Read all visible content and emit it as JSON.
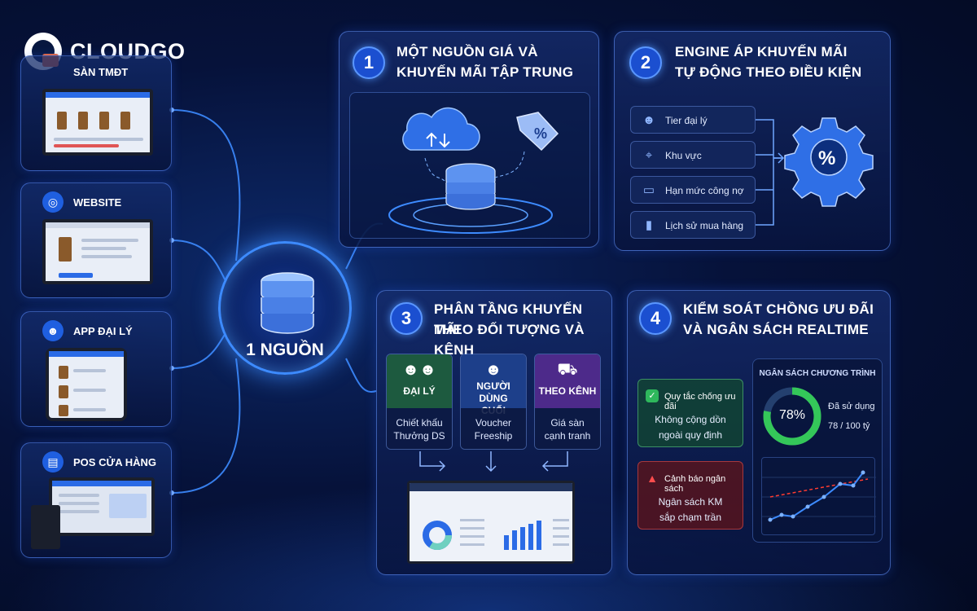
{
  "brand": {
    "name": "CLOUDGO",
    "icon": "cloudgo-logo"
  },
  "hub": {
    "label": "1 NGUỒN",
    "icon": "database-icon"
  },
  "channels": [
    {
      "id": "marketplace",
      "label": "SÀN TMĐT",
      "icon": "cart-icon"
    },
    {
      "id": "website",
      "label": "WEBSITE",
      "icon": "globe-icon"
    },
    {
      "id": "agent-app",
      "label": "APP ĐẠI LÝ",
      "icon": "users-icon"
    },
    {
      "id": "pos",
      "label": "POS CỬA HÀNG",
      "icon": "store-icon"
    }
  ],
  "panel1": {
    "number": "1",
    "title_line1": "MỘT NGUỒN GIÁ VÀ",
    "title_line2": "KHUYẾN MÃI TẬP TRUNG"
  },
  "panel2": {
    "number": "2",
    "title_line1": "ENGINE ÁP KHUYẾN MÃI",
    "title_line2": "TỰ ĐỘNG THEO ĐIỀU KIỆN",
    "conditions": [
      {
        "label": "Tier đại lý",
        "icon": "users-icon"
      },
      {
        "label": "Khu vực",
        "icon": "location-icon"
      },
      {
        "label": "Hạn mức công nợ",
        "icon": "credit-card-icon"
      },
      {
        "label": "Lịch sử mua hàng",
        "icon": "bar-chart-icon"
      }
    ]
  },
  "panel3": {
    "number": "3",
    "title_line1": "PHÂN TẦNG KHUYẾN MÃI",
    "title_line2": "THEO ĐỐI TƯỢNG VÀ KÊNH",
    "tiers": [
      {
        "head_line1": "ĐẠI LÝ",
        "head_line2": "",
        "body_line1": "Chiết khấu",
        "body_line2": "Thưởng DS",
        "color": "#1d5a3f",
        "icon": "users-icon"
      },
      {
        "head_line1": "NGƯỜI DÙNG",
        "head_line2": "CUỐI",
        "body_line1": "Voucher",
        "body_line2": "Freeship",
        "color": "#1d3f8a",
        "icon": "user-icon"
      },
      {
        "head_line1": "THEO KÊNH",
        "head_line2": "",
        "body_line1": "Giá sàn",
        "body_line2": "cạnh tranh",
        "color": "#4d2a8a",
        "icon": "cart-icon"
      }
    ]
  },
  "panel4": {
    "number": "4",
    "title_line1": "KIỂM SOÁT CHỒNG ƯU ĐÃI",
    "title_line2": "VÀ NGÂN SÁCH REALTIME",
    "rule": {
      "title": "Quy tắc chống ưu đãi",
      "line1": "Không cộng dồn",
      "line2": "ngoài quy định",
      "icon": "shield-check-icon"
    },
    "alert": {
      "title": "Cảnh báo ngân sách",
      "line1": "Ngân sách KM",
      "line2": "sắp chạm trần",
      "icon": "warning-icon"
    },
    "budget": {
      "title": "NGÂN SÁCH CHƯƠNG TRÌNH",
      "percent_label": "78%",
      "used_label": "Đã sử dụng",
      "used_value": "78 / 100 tỷ",
      "percent": 0.78
    }
  },
  "colors": {
    "accent": "#3d8bff",
    "green": "#34c759",
    "red": "#ff3b30"
  }
}
